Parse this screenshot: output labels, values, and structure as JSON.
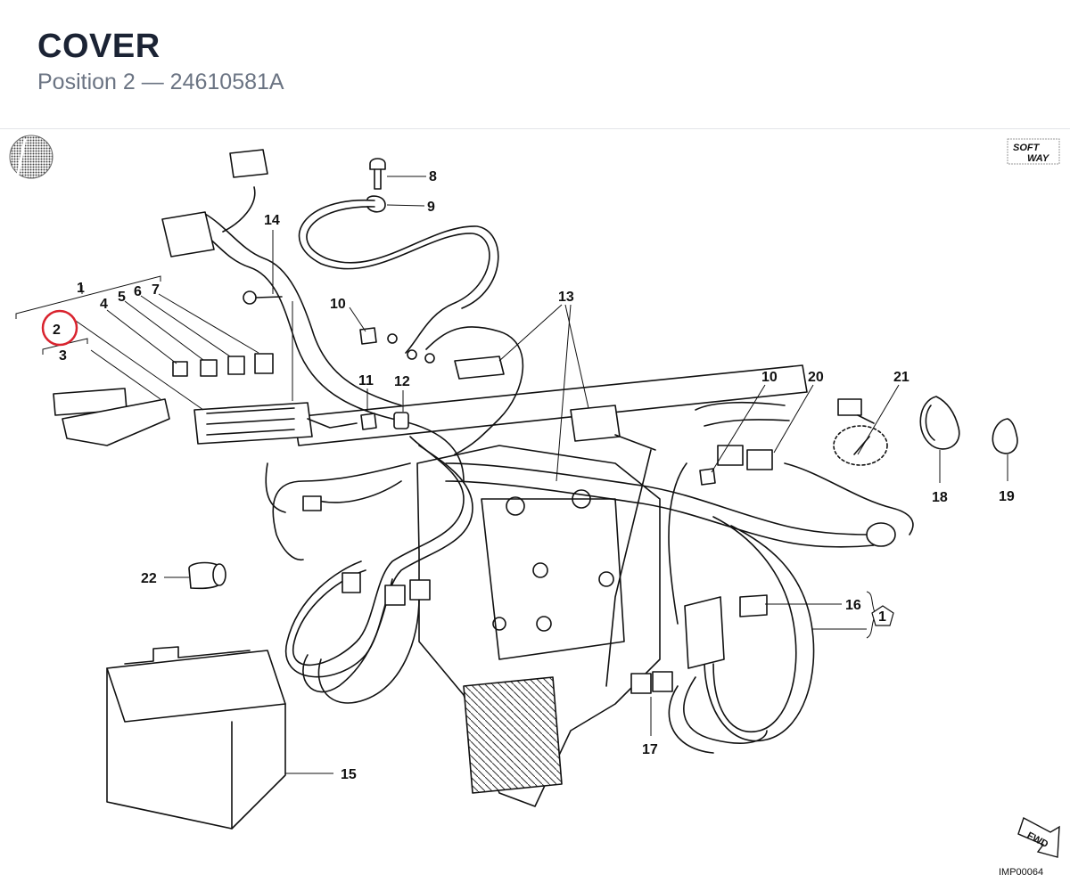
{
  "header": {
    "title": "COVER",
    "subtitle": "Position 2 — 24610581A"
  },
  "highlight": {
    "position": "2",
    "color": "#d9232e"
  },
  "callouts": {
    "c1": "1",
    "c3": "3",
    "c4": "4",
    "c5": "5",
    "c6": "6",
    "c7": "7",
    "c8": "8",
    "c9": "9",
    "c10a": "10",
    "c10b": "10",
    "c11": "11",
    "c12": "12",
    "c13": "13",
    "c14": "14",
    "c15": "15",
    "c16": "16",
    "c17": "17",
    "c18": "18",
    "c19": "19",
    "c20": "20",
    "c21": "21",
    "c22": "22",
    "note_ref": "1"
  },
  "logo": {
    "line1": "SOFT",
    "line2": "WAY"
  },
  "direction_badge": "FWD",
  "image_code": "IMP00064"
}
